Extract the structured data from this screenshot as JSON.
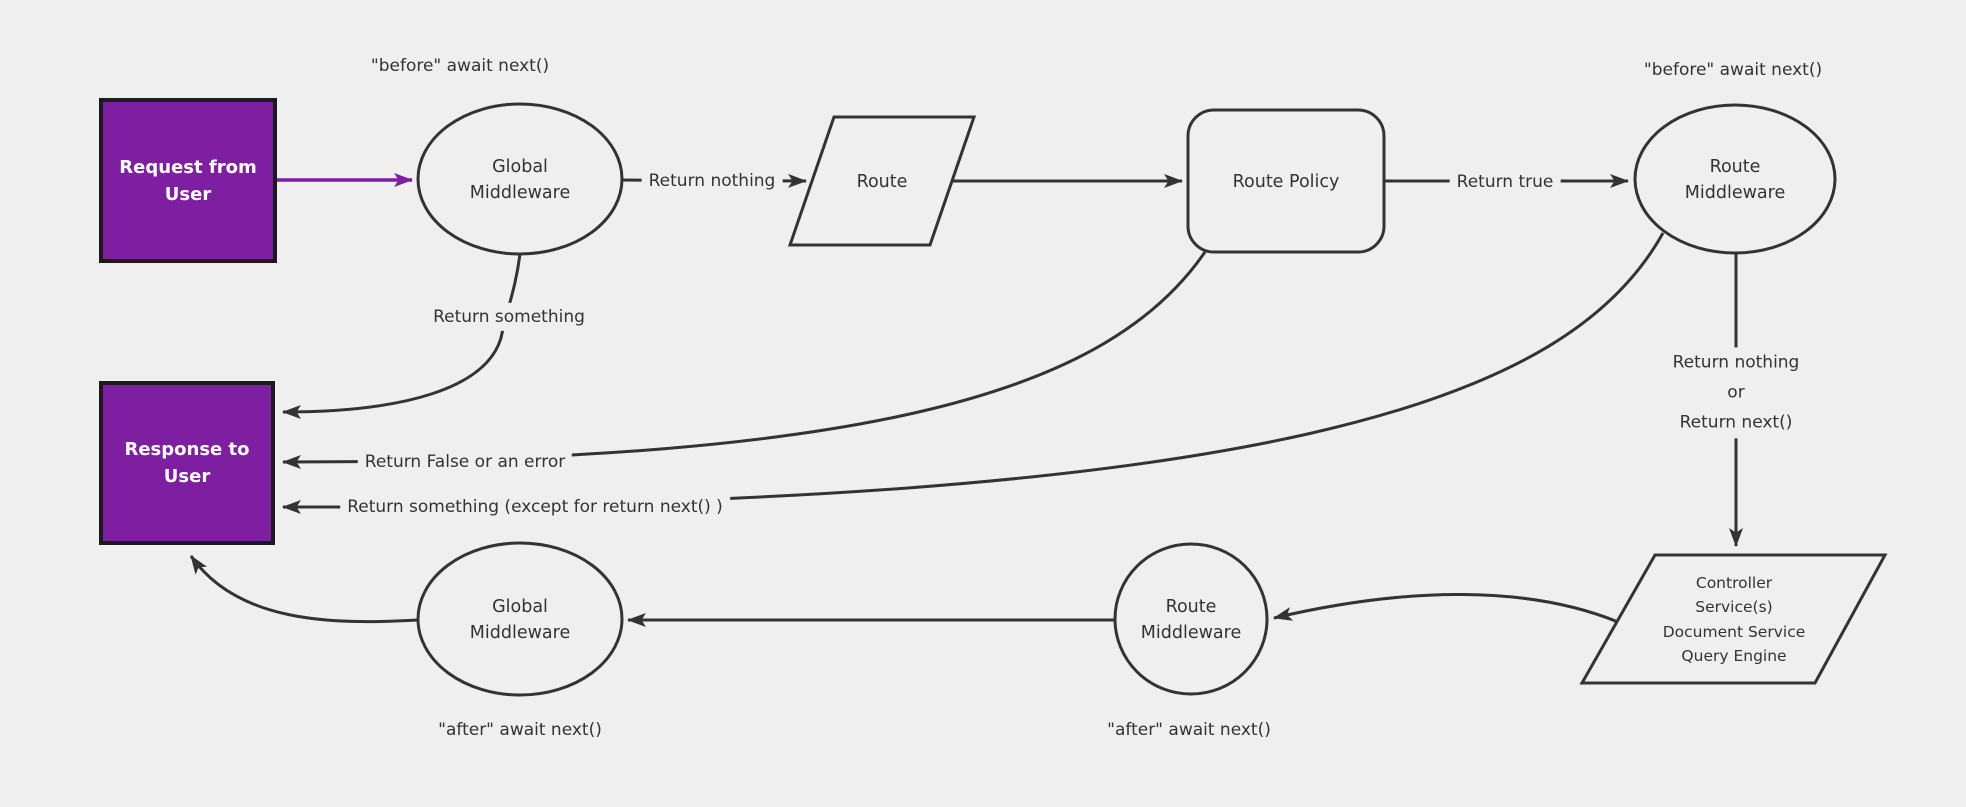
{
  "diagram": {
    "colors": {
      "background": "#efefef",
      "line": "#333333",
      "node_fill": "#efefef",
      "purple_fill": "#7e1fa2",
      "purple_border": "#1b1b1b",
      "box_text": "#ffffff"
    },
    "nodes": {
      "request": {
        "label": "Request from\nUser"
      },
      "global_middleware_top": {
        "label": "Global\nMiddleware"
      },
      "route": {
        "label": "Route"
      },
      "route_policy": {
        "label": "Route Policy"
      },
      "route_middleware_top": {
        "label": "Route\nMiddleware"
      },
      "controller": {
        "label": "Controller\nService(s)\nDocument Service\nQuery Engine"
      },
      "route_middleware_bottom": {
        "label": "Route\nMiddleware"
      },
      "global_middleware_bottom": {
        "label": "Global\nMiddleware"
      },
      "response": {
        "label": "Response to\nUser"
      }
    },
    "edge_labels": {
      "before_await_next_left": "\"before\" await next()",
      "before_await_next_right": "\"before\" await next()",
      "after_await_next_left": "\"after\" await next()",
      "after_await_next_right": "\"after\" await next()",
      "return_nothing": "Return nothing",
      "return_true": "Return true",
      "return_something": "Return something",
      "return_false_or_error": "Return False or an error",
      "return_something_except": "Return something (except for return next() )",
      "return_nothing_or_next": "Return nothing\nor\nReturn next()"
    }
  }
}
